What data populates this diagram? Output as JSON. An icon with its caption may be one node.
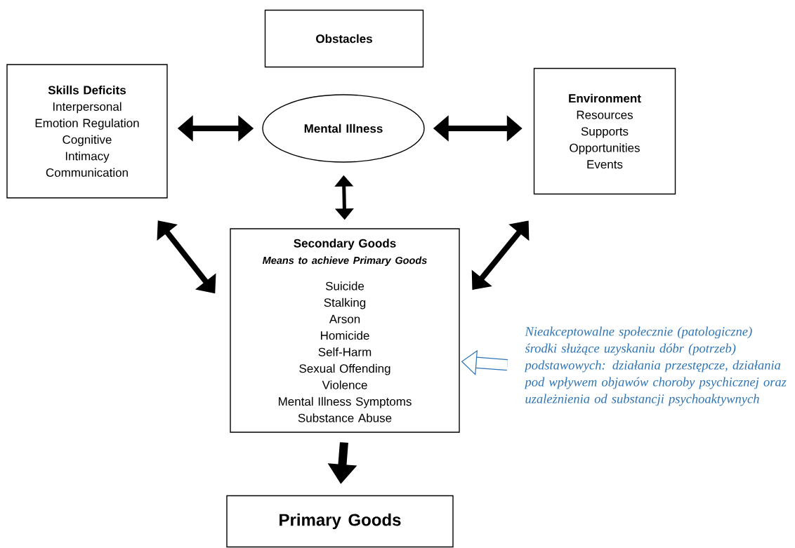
{
  "diagram": {
    "nodes": [
      {
        "text": [
          "Obstacles"
        ]
      },
      {
        "text": [
          "Skills Deficits",
          "Interpersonal",
          "Emotion Regulation",
          "Cognitive",
          "Intimacy",
          "Communication"
        ]
      },
      {
        "text": [
          "Mental Illness"
        ]
      },
      {
        "text": [
          "Environment",
          "Resources",
          "Supports",
          "Opportunities",
          "Events"
        ]
      },
      {
        "text": [
          "Secondary Goods",
          "Means to achieve Primary Goods",
          "Suicide",
          "Stalking",
          "Arson",
          "Homicide",
          "Self-Harm",
          "Sexual Offending",
          "Violence",
          "Mental Illness Symptoms",
          "Substance Abuse"
        ]
      },
      {
        "text": [
          "Primary Goods"
        ]
      },
      {
        "text": [
          "Nieakceptowalne społecznie (patologiczne) środki służące uzyskaniu dóbr (potrzeb) podstawowych: działania przestępcze, działania pod wpływem objawów choroby psychicznej oraz uzależnienia od substancji psychoaktywnych"
        ]
      }
    ],
    "edges": [
      {
        "from": 1,
        "to": 2,
        "arrow": "both"
      },
      {
        "from": 2,
        "to": 3,
        "arrow": "both"
      },
      {
        "from": 2,
        "to": 4,
        "arrow": "both"
      },
      {
        "from": 1,
        "to": 4,
        "arrow": "both"
      },
      {
        "from": 3,
        "to": 4,
        "arrow": "both"
      },
      {
        "from": 4,
        "to": 5,
        "arrow": "to"
      },
      {
        "from": 6,
        "to": 4,
        "arrow": "to",
        "style": "thick",
        "color": "#2e74b5"
      }
    ]
  }
}
